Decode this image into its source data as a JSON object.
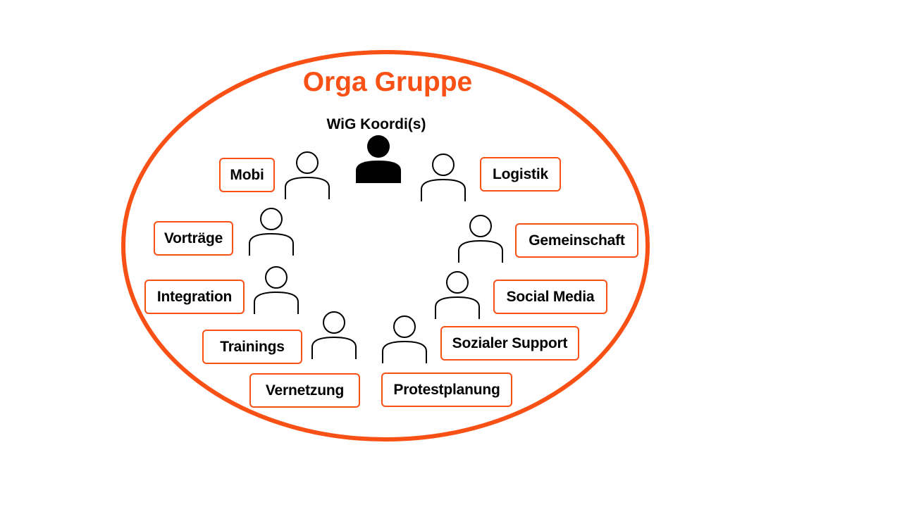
{
  "diagram": {
    "title": "Orga Gruppe",
    "coordinator_label": "WiG Koordi(s)",
    "roles": {
      "mobi": "Mobi",
      "logistik": "Logistik",
      "vortraege": "Vorträge",
      "gemeinschaft": "Gemeinschaft",
      "integration": "Integration",
      "social_media": "Social Media",
      "trainings": "Trainings",
      "sozialer_support": "Sozialer Support",
      "vernetzung": "Vernetzung",
      "protestplanung": "Protestplanung"
    }
  },
  "colors": {
    "accent": "#f95016",
    "text": "#000000",
    "background": "#ffffff"
  },
  "icons": {
    "coordinator": "person-filled-icon",
    "member": "person-outline-icon"
  }
}
